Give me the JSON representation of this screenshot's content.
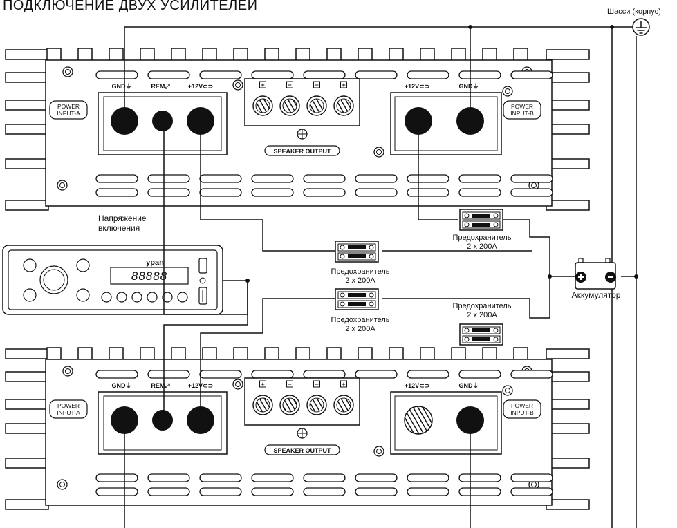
{
  "title": "ПОДКЛЮЧЕНИЕ ДВУХ УСИЛИТЕЛЕЙ",
  "chassis_label": "Шасси (корпус)",
  "remote_label": "Напряжение\nвключения",
  "battery_label": "Аккумулятор",
  "fuse_label": "Предохранитель\n2 х 200А",
  "head_unit": {
    "brand": "ypan",
    "display": "88888"
  },
  "amp": {
    "power_input_a": "POWER\nINPUT-A",
    "power_input_b": "POWER\nINPUT-B",
    "gnd": "GND⏚",
    "rem": "REM⤢",
    "plus12v": "+12V⊂⊃",
    "speaker_output": "SPEAKER OUTPUT",
    "speaker_terminals": [
      "+",
      "−",
      "−",
      "+"
    ]
  },
  "colors": {
    "ink": "#111111",
    "paper": "#ffffff"
  }
}
